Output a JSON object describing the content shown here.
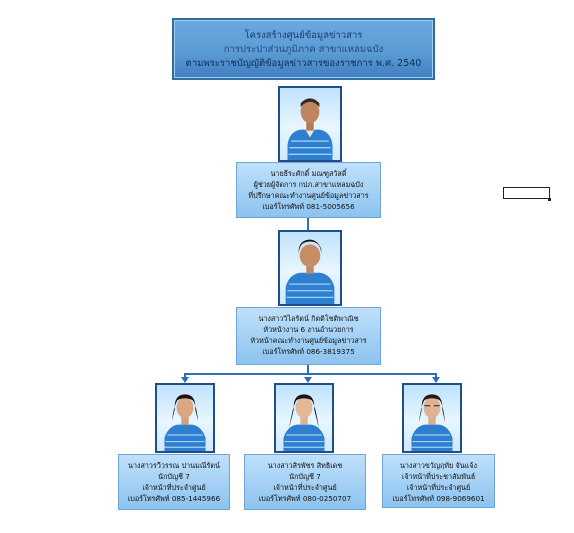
{
  "title": {
    "line1": "โครงสร้างศูนย์ข้อมูลข่าวสาร",
    "line2": "การประปาส่วนภูมิภาค สาขาแหลมฉบัง",
    "line3": "ตามพระราชบัญญัติข้อมูลข่าวสารของราชการ พ.ศ. 2540"
  },
  "level1": {
    "name": "นายธีระศักดิ์ มณฑูสวัสดิ์",
    "line2": "ผู้ช่วยผู้จัดการ กปภ.สาขาแหลมฉบัง",
    "line3": "ที่ปรึกษาคณะทำงานศูนย์ข้อมูลข่าวสาร",
    "phone": "เบอร์โทรศัพท์ 081-5005656"
  },
  "level2": {
    "name": "นางสาววิไลรัตน์ กิตติโชติพาณิช",
    "line2": "หัวหน้างาน 6 งานอำนวยการ",
    "line3": "หัวหน้าคณะทำงานศูนย์ข้อมูลข่าวสาร",
    "phone": "เบอร์โทรศัพท์ 086-3819375"
  },
  "level3": [
    {
      "name": "นางสาวรวีวรรณ ปานมณีรัตน์",
      "line2": "นักบัญชี 7",
      "line3": "เจ้าหน้าที่ประจำศูนย์",
      "phone": "เบอร์โทรศัพท์ 085-1445966"
    },
    {
      "name": "นางสาวสิรพัชร สิทธิเดช",
      "line2": "นักบัญชี 7",
      "line3": "เจ้าหน้าที่ประจำศูนย์",
      "phone": "เบอร์โทรศัพท์ 080-0250707"
    },
    {
      "name": "นางสาวขวัญฤทัย จันแจ้ง",
      "line2": "เจ้าหน้าที่ประชาสัมพันธ์",
      "line3": "เจ้าหน้าที่ประจำศูนย์",
      "phone": "เบอร์โทรศัพท์ 098-9069601"
    }
  ],
  "colors": {
    "title_bg": "#5b9bd5",
    "box_bg": "#9ccbf2",
    "connector": "#2f6eb3",
    "shirt": "#2f7fd1"
  }
}
